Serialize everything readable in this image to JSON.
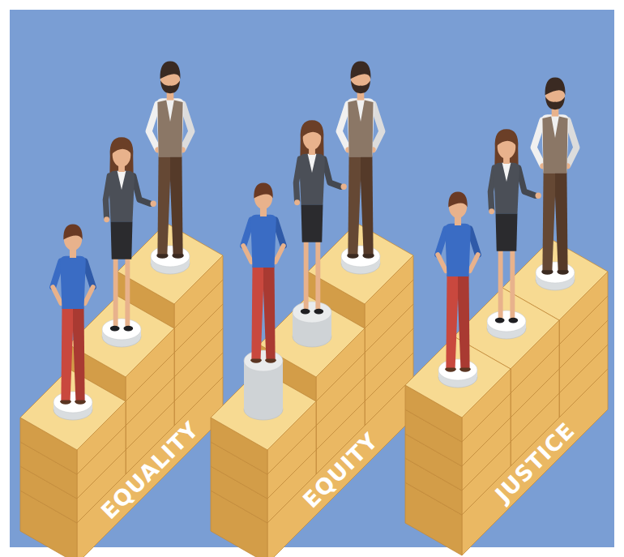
{
  "diagram": {
    "labels": [
      "EQUALITY",
      "EQUITY",
      "JUSTICE"
    ]
  }
}
